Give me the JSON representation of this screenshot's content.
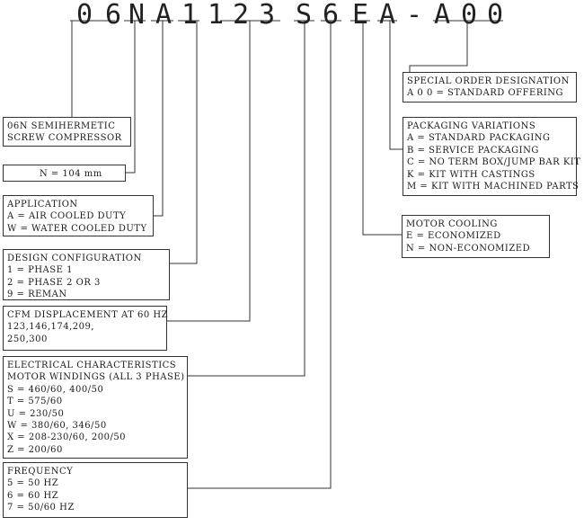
{
  "model_code": [
    "0",
    "6",
    "N",
    "A",
    "1",
    "1",
    "2",
    "3",
    "S",
    "6",
    "E",
    "A",
    "-",
    "A",
    "0",
    "0"
  ],
  "boxes": {
    "compressor": {
      "lines": [
        "06N SEMIHERMETIC",
        "SCREW COMPRESSOR"
      ]
    },
    "size": {
      "lines": [
        "N = 104 mm"
      ]
    },
    "application": {
      "lines": [
        "APPLICATION",
        "A = AIR COOLED DUTY",
        "W = WATER COOLED DUTY"
      ]
    },
    "design": {
      "lines": [
        "DESIGN CONFIGURATION",
        "1 = PHASE 1",
        "2 = PHASE 2 OR 3",
        "9 = REMAN"
      ]
    },
    "cfm": {
      "lines": [
        "CFM DISPLACEMENT AT 60 HZ",
        "123,146,174,209,",
        "250,300"
      ]
    },
    "electrical": {
      "lines": [
        "ELECTRICAL CHARACTERISTICS",
        "MOTOR WINDINGS (ALL 3 PHASE)",
        "S = 460/60, 400/50",
        "T = 575/60",
        "U = 230/50",
        "W = 380/60, 346/50",
        "X = 208-230/60, 200/50",
        "Z = 200/60"
      ]
    },
    "frequency": {
      "lines": [
        "FREQUENCY",
        "5 = 50 HZ",
        "6 = 60 HZ",
        "7 = 50/60 HZ"
      ]
    },
    "special": {
      "lines": [
        "SPECIAL ORDER DESIGNATION",
        "A 0 0 = STANDARD OFFERING"
      ]
    },
    "packaging": {
      "lines": [
        "PACKAGING VARIATIONS",
        "A = STANDARD PACKAGING",
        "B = SERVICE PACKAGING",
        "C = NO TERM BOX/JUMP BAR KIT",
        "K = KIT WITH CASTINGS",
        "M = KIT WITH MACHINED PARTS"
      ]
    },
    "motor": {
      "lines": [
        "MOTOR COOLING",
        "E = ECONOMIZED",
        "N = NON-ECONOMIZED"
      ]
    }
  },
  "colors": {
    "line": "#333333",
    "text": "#1a1a1a"
  }
}
